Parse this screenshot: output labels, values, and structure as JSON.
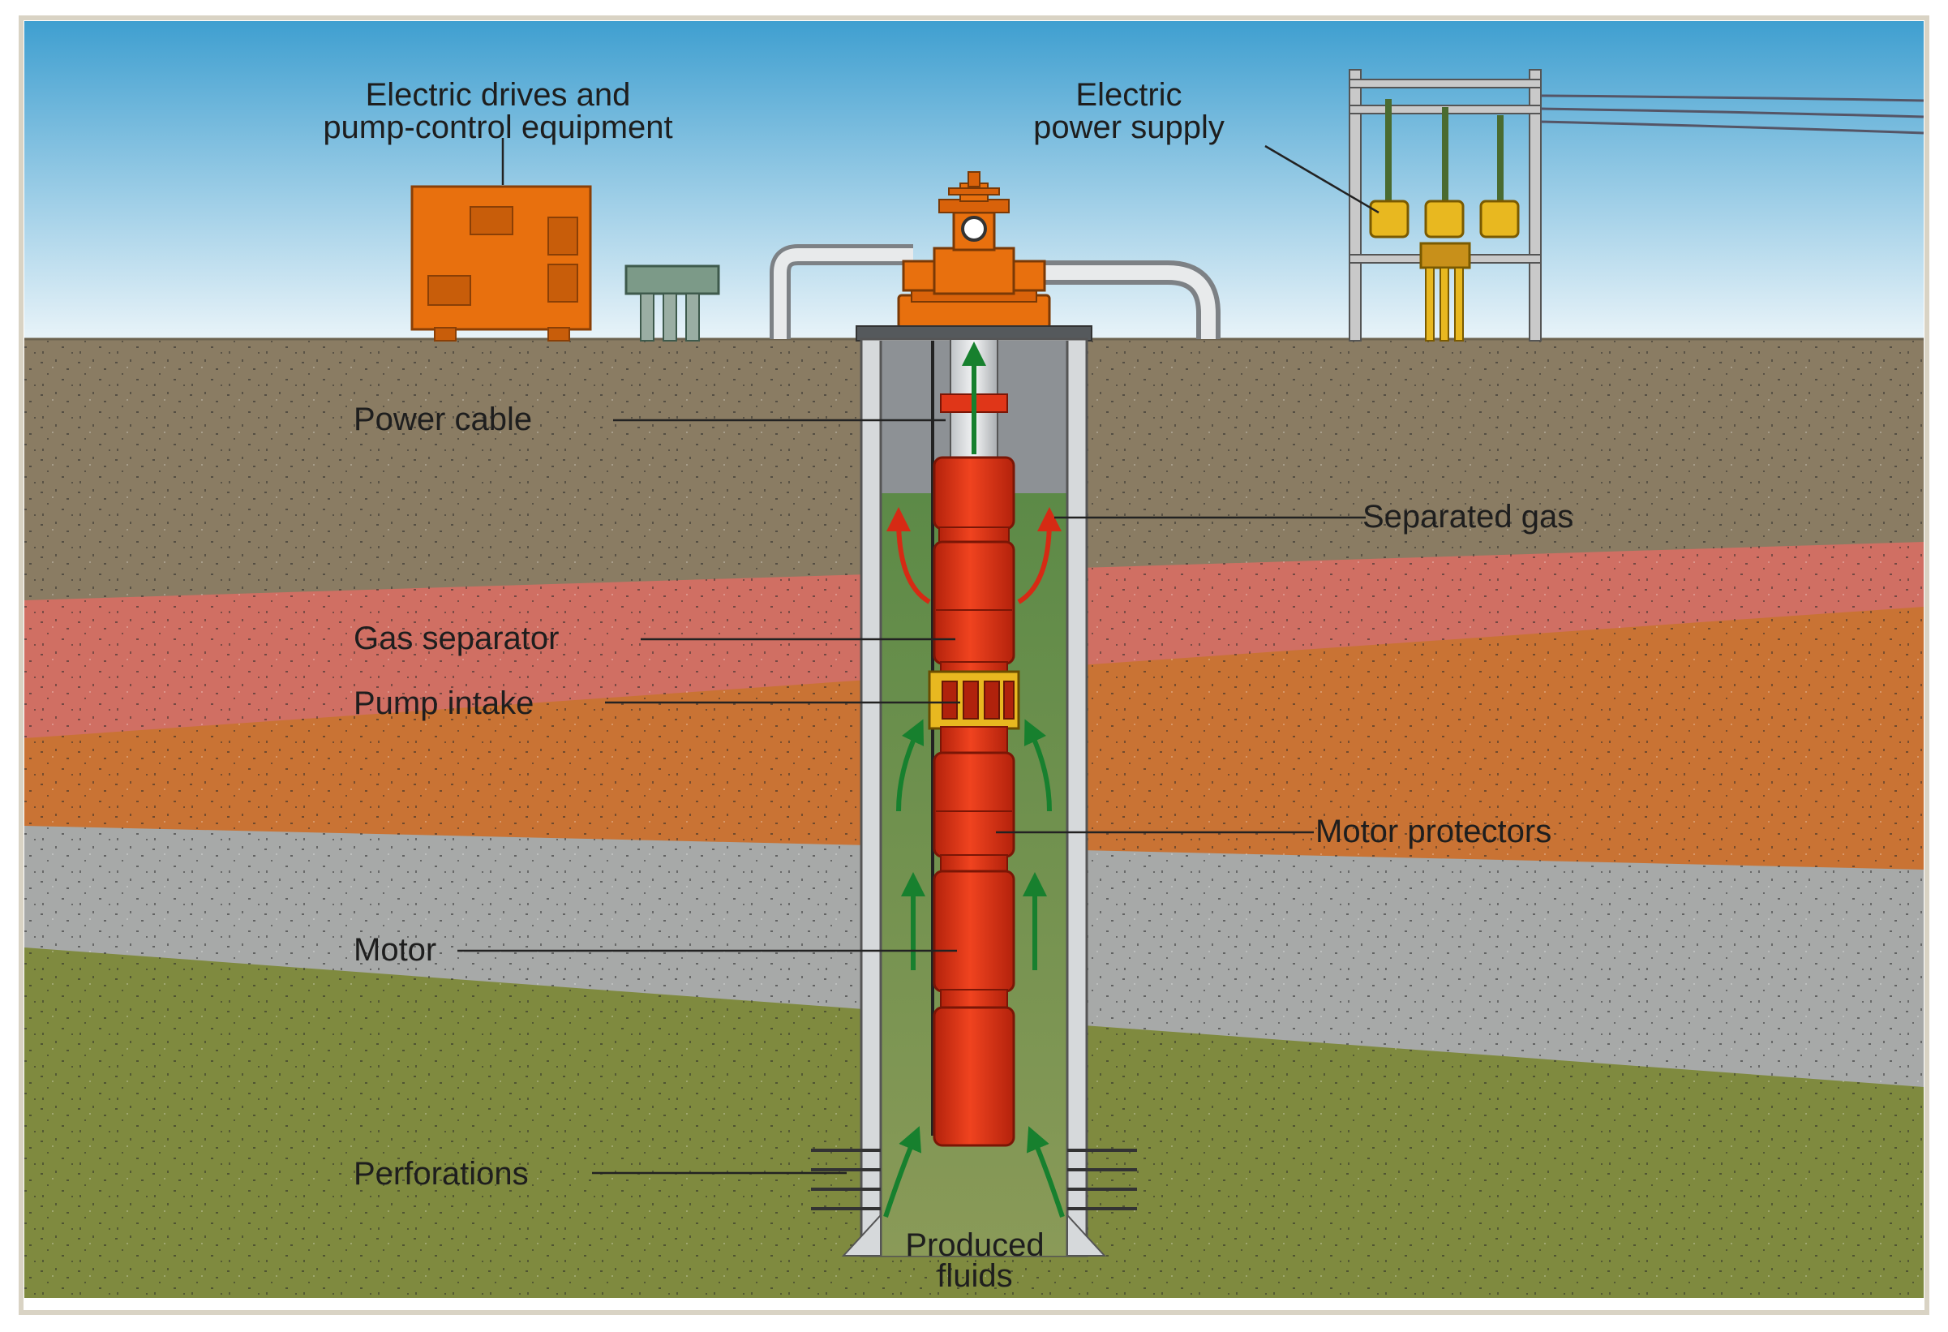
{
  "labels": {
    "drives_line1": "Electric drives and",
    "drives_line2": "pump-control equipment",
    "power_line1": "Electric",
    "power_line2": "power supply",
    "power_cable": "Power cable",
    "separated_gas": "Separated gas",
    "gas_separator": "Gas separator",
    "pump_intake": "Pump intake",
    "motor_protectors": "Motor protectors",
    "motor": "Motor",
    "perforations": "Perforations",
    "produced_line1": "Produced",
    "produced_line2": "fluids"
  },
  "colors": {
    "sky_top": "#3f9fd0",
    "sky_bottom": "#e8f3f8",
    "soil_top": "#8a7c63",
    "soil_pink": "#d06f63",
    "soil_orange": "#c97334",
    "soil_gray": "#a7a9a8",
    "soil_olive": "#7f8a3f",
    "pump_red": "#e03618",
    "equipment_orange": "#e8700e",
    "well_fluid": "#5f8a49",
    "arrow_green": "#17802e",
    "arrow_red": "#d62a14",
    "transformer_yellow": "#e8b820"
  },
  "icons": {
    "flow_arrow": "flow-up-arrow-icon",
    "gas_arrow": "gas-up-arrow-icon"
  }
}
